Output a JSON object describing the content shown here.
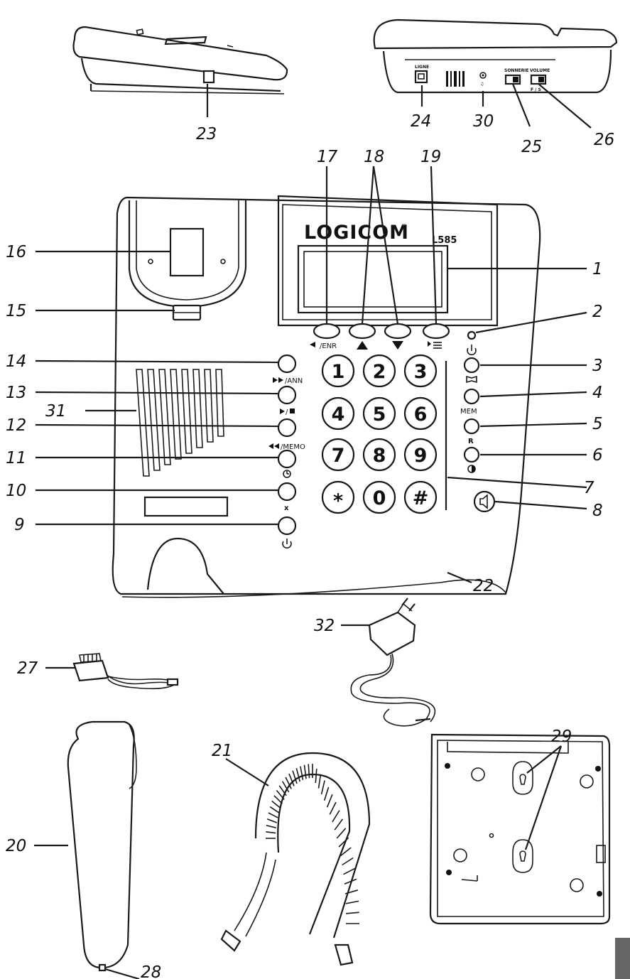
{
  "brand": {
    "name": "LOGICOM",
    "reg": "®",
    "model": "L585"
  },
  "keypad": [
    "1",
    "2",
    "3",
    "4",
    "5",
    "6",
    "7",
    "8",
    "9",
    "*",
    "0",
    "#"
  ],
  "button_labels": {
    "enr": "/ENR",
    "ann": "/ANN",
    "memo": "/MEMO",
    "mem": "MEM",
    "r": "R",
    "x": "x"
  },
  "side_labels": {
    "ligne": "LIGNE",
    "sonnerie": "SONNERIE",
    "volume": "VOLUME",
    "fs": "F / S"
  },
  "callouts": {
    "n1": "1",
    "n2": "2",
    "n3": "3",
    "n4": "4",
    "n5": "5",
    "n6": "6",
    "n7": "7",
    "n8": "8",
    "n9": "9",
    "n10": "10",
    "n11": "11",
    "n12": "12",
    "n13": "13",
    "n14": "14",
    "n15": "15",
    "n16": "16",
    "n17": "17",
    "n18": "18",
    "n19": "19",
    "n20": "20",
    "n21": "21",
    "n22": "22",
    "n23": "23",
    "n24": "24",
    "n25": "25",
    "n26": "26",
    "n27": "27",
    "n28": "28",
    "n29": "29",
    "n30": "30",
    "n31": "31",
    "n32": "32"
  }
}
